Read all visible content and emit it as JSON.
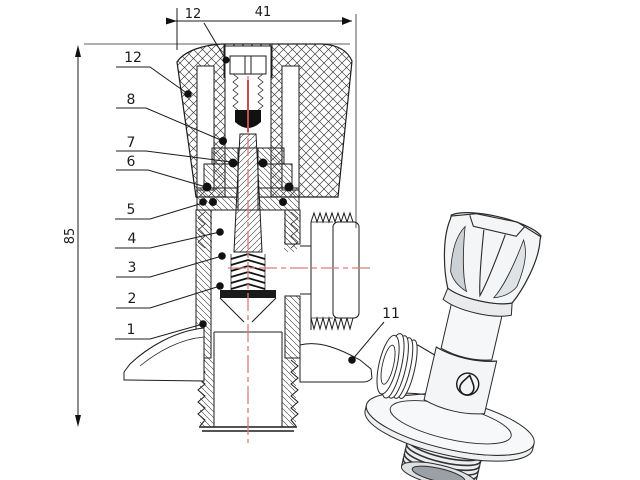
{
  "diagram": {
    "title_hint": "angle valve sectional drawing with isometric view",
    "dimensions": {
      "top_small": "12",
      "top_width": "41",
      "height": "85"
    },
    "callouts": {
      "k12top": "12",
      "k12": "12",
      "k8": "8",
      "k7": "7",
      "k6": "6",
      "k5": "5",
      "k4": "4",
      "k3": "3",
      "k2": "2",
      "k1": "1",
      "k11": "11"
    },
    "icons": {
      "logo": "water-drop-icon"
    },
    "colors": {
      "ink": "#1c1c1c",
      "centerline_red": "#d97c7c",
      "screw_axis_red": "#c0514e",
      "background": "#ffffff"
    }
  }
}
